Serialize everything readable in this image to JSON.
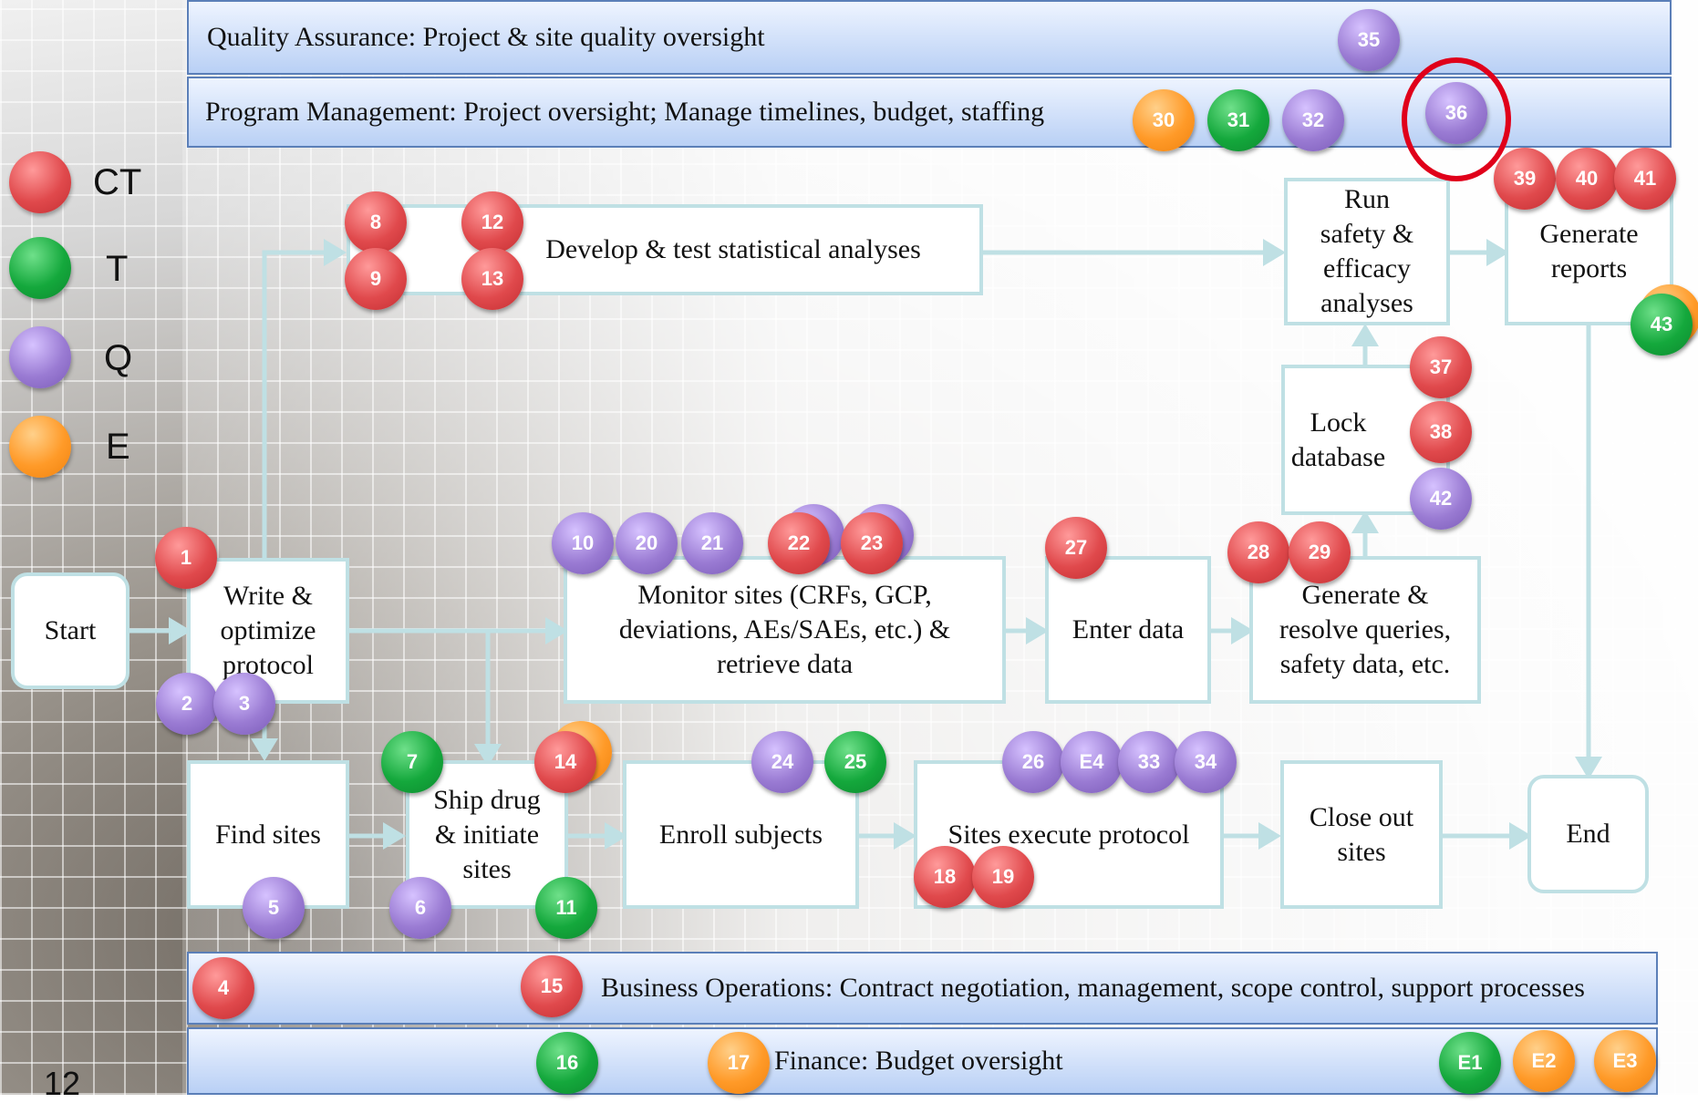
{
  "slide_number": "12",
  "legend": [
    {
      "code": "CT",
      "label": "CT",
      "color": "#e0494c"
    },
    {
      "code": "T",
      "label": "T",
      "color": "#14a83c"
    },
    {
      "code": "Q",
      "label": "Q",
      "color": "#9a7bd3"
    },
    {
      "code": "E",
      "label": "E",
      "color": "#ff9a28"
    }
  ],
  "bands": {
    "qa": "Quality Assurance: Project & site quality oversight",
    "pm": "Program Management: Project oversight; Manage timelines, budget, staffing",
    "bizops": "Business Operations: Contract negotiation, management, scope control, support processes",
    "finance": "Finance: Budget oversight"
  },
  "boxes": {
    "start": "Start",
    "write": "Write &\noptimize\nprotocol",
    "stats": "Develop & test statistical analyses",
    "run": "Run\nsafety &\nefficacy\nanalyses",
    "reports": "Generate\nreports",
    "lock": "Lock\ndatabase",
    "monitor": "Monitor sites (CRFs, GCP,\ndeviations, AEs/SAEs, etc.) &\nretrieve data",
    "enter": "Enter data",
    "queries": "Generate &\nresolve queries,\nsafety data, etc.",
    "find": "Find sites",
    "ship": "Ship drug\n& initiate\nsites",
    "enroll": "Enroll subjects",
    "execute": "Sites execute protocol",
    "close": "Close out\nsites",
    "end": "End"
  },
  "markers": [
    {
      "label": "35",
      "type": "Q"
    },
    {
      "label": "30",
      "type": "E"
    },
    {
      "label": "31",
      "type": "T"
    },
    {
      "label": "32",
      "type": "Q"
    },
    {
      "label": "36",
      "type": "Q"
    },
    {
      "label": "8",
      "type": "CT"
    },
    {
      "label": "9",
      "type": "CT"
    },
    {
      "label": "12",
      "type": "CT"
    },
    {
      "label": "13",
      "type": "CT"
    },
    {
      "label": "39",
      "type": "CT"
    },
    {
      "label": "40",
      "type": "CT"
    },
    {
      "label": "41",
      "type": "CT"
    },
    {
      "label": "43",
      "type": "T"
    },
    {
      "label": "37",
      "type": "CT"
    },
    {
      "label": "38",
      "type": "CT"
    },
    {
      "label": "42",
      "type": "Q"
    },
    {
      "label": "1",
      "type": "CT"
    },
    {
      "label": "2",
      "type": "Q"
    },
    {
      "label": "3",
      "type": "Q"
    },
    {
      "label": "10",
      "type": "Q"
    },
    {
      "label": "20",
      "type": "Q"
    },
    {
      "label": "21",
      "type": "Q"
    },
    {
      "label": "22",
      "type": "CT"
    },
    {
      "label": "23",
      "type": "CT"
    },
    {
      "label": "27",
      "type": "CT"
    },
    {
      "label": "28",
      "type": "CT"
    },
    {
      "label": "29",
      "type": "CT"
    },
    {
      "label": "7",
      "type": "T"
    },
    {
      "label": "14",
      "type": "CT"
    },
    {
      "label": "11",
      "type": "T"
    },
    {
      "label": "5",
      "type": "Q"
    },
    {
      "label": "6",
      "type": "Q"
    },
    {
      "label": "24",
      "type": "Q"
    },
    {
      "label": "25",
      "type": "T"
    },
    {
      "label": "26",
      "type": "Q"
    },
    {
      "label": "E4",
      "type": "Q"
    },
    {
      "label": "33",
      "type": "Q"
    },
    {
      "label": "34",
      "type": "Q"
    },
    {
      "label": "18",
      "type": "CT"
    },
    {
      "label": "19",
      "type": "CT"
    },
    {
      "label": "4",
      "type": "CT"
    },
    {
      "label": "15",
      "type": "CT"
    },
    {
      "label": "16",
      "type": "T"
    },
    {
      "label": "17",
      "type": "E"
    },
    {
      "label": "E1",
      "type": "T"
    },
    {
      "label": "E2",
      "type": "E"
    },
    {
      "label": "E3",
      "type": "E"
    }
  ],
  "highlight_color": "#e0001a",
  "arrow_color": "#bfe0e4"
}
